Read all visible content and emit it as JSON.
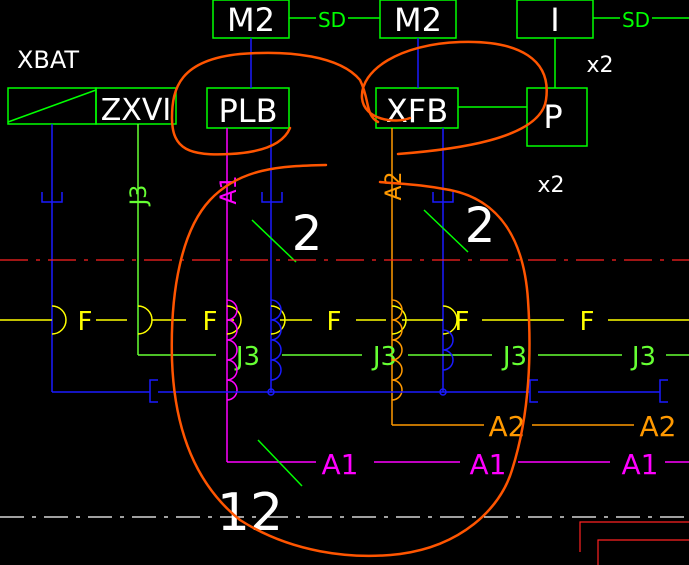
{
  "colors": {
    "background": "#000000",
    "box": "#00ff00",
    "blue": "#1a1aff",
    "green": "#66ff33",
    "yellow": "#ffff00",
    "magenta": "#ff00ff",
    "orange_wire": "#ff9900",
    "white": "#ffffff",
    "red_dash": "#ff2222",
    "markup": "#ff5500"
  },
  "blocks": {
    "m2_left": "M2",
    "m2_right": "M2",
    "i_block": "I",
    "zxvi": "ZXVI",
    "plb": "PLB",
    "xfb": "XFB",
    "p_block": "P"
  },
  "labels": {
    "xbat": "XBAT",
    "sd_1": "SD",
    "sd_2": "SD",
    "x2_top": "x2",
    "x2_mid": "x2",
    "j3_vert": "J3",
    "a1_vert": "A1",
    "a2_vert": "A2",
    "two_left": "2",
    "two_right": "2",
    "twelve": "12",
    "f_1": "F",
    "f_2": "F",
    "f_3": "F",
    "f_4": "F",
    "f_5": "F",
    "j3_1": "J3",
    "j3_2": "J3",
    "j3_3": "J3",
    "j3_4": "J3",
    "a2_1": "A2",
    "a2_2": "A2",
    "a1_1": "A1",
    "a1_2": "A1",
    "a1_3": "A1"
  }
}
